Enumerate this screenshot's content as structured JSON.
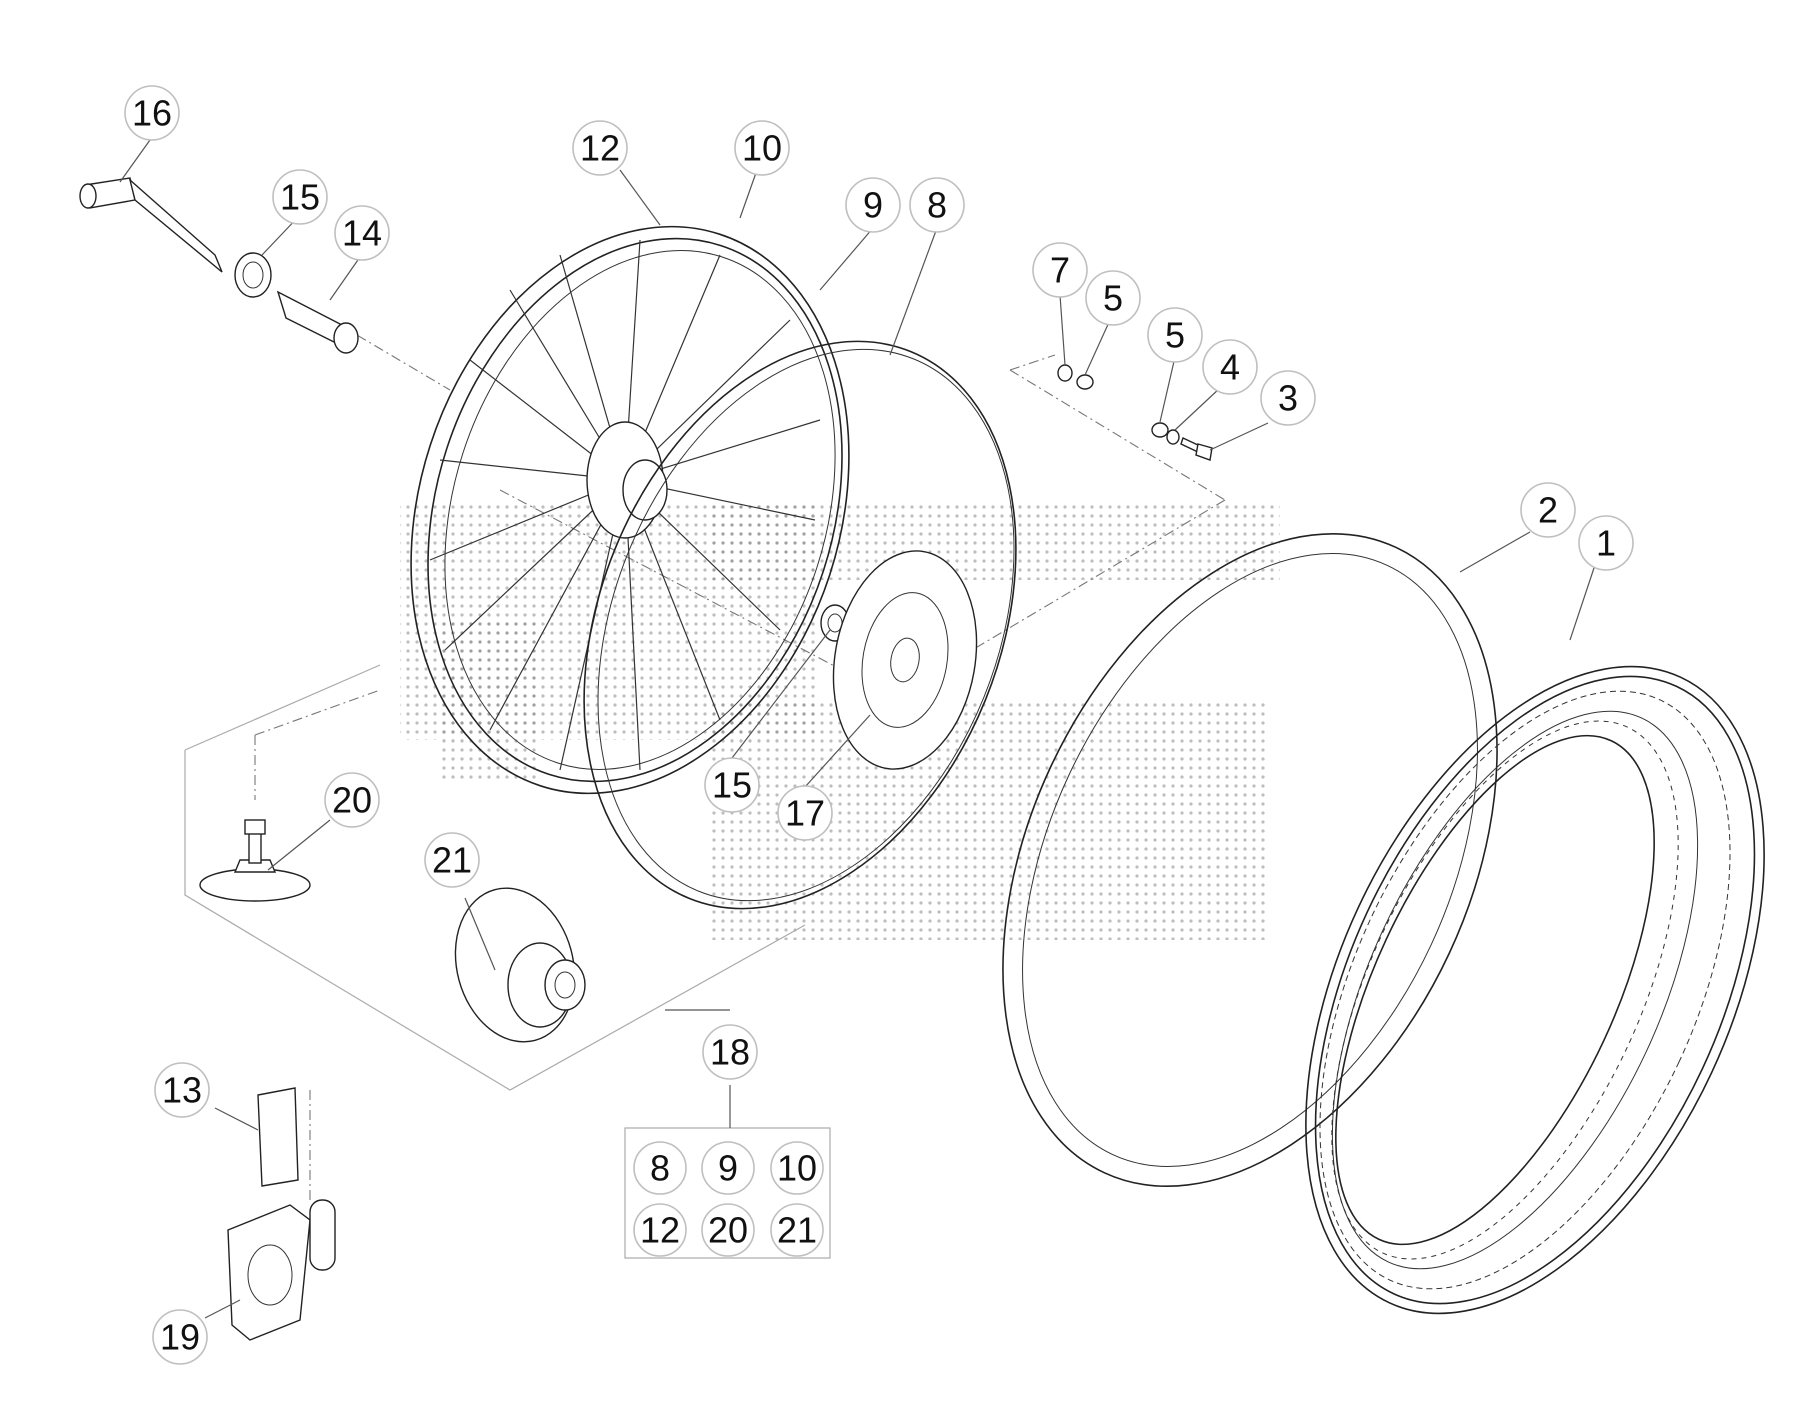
{
  "callouts": [
    {
      "label": "16"
    },
    {
      "label": "15"
    },
    {
      "label": "14"
    },
    {
      "label": "12"
    },
    {
      "label": "10"
    },
    {
      "label": "9"
    },
    {
      "label": "8"
    },
    {
      "label": "7"
    },
    {
      "label": "5"
    },
    {
      "label": "5"
    },
    {
      "label": "4"
    },
    {
      "label": "3"
    },
    {
      "label": "2"
    },
    {
      "label": "1"
    },
    {
      "label": "15"
    },
    {
      "label": "17"
    },
    {
      "label": "20"
    },
    {
      "label": "21"
    },
    {
      "label": "18"
    },
    {
      "label": "13"
    },
    {
      "label": "19"
    }
  ],
  "kit_box": {
    "items": [
      "8",
      "9",
      "10",
      "12",
      "20",
      "21"
    ]
  },
  "colors": {
    "line": "#222222",
    "circle_border": "#bfbfbf",
    "watermark_dots": "#999999"
  }
}
